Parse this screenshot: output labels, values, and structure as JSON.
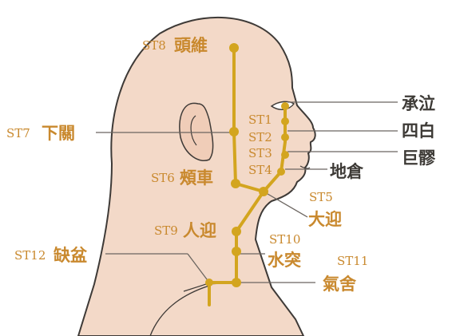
{
  "diagram": {
    "colors": {
      "meridian": "#d3a51f",
      "label": "#c9892e",
      "label_dark": "#3d3a36",
      "skin": "#f3d9c8",
      "outline": "#3e3a37"
    },
    "points": [
      {
        "code": "ST8",
        "name": "頭維"
      },
      {
        "code": "ST7",
        "name": "下關"
      },
      {
        "code": "ST6",
        "name": "頰車"
      },
      {
        "code": "ST1",
        "name": "承泣"
      },
      {
        "code": "ST2",
        "name": "四白"
      },
      {
        "code": "ST3",
        "name": "巨髎"
      },
      {
        "code": "ST4",
        "name": "地倉"
      },
      {
        "code": "ST5",
        "name": "大迎"
      },
      {
        "code": "ST9",
        "name": "人迎"
      },
      {
        "code": "ST10",
        "name": "水突"
      },
      {
        "code": "ST11",
        "name": "氣舍"
      },
      {
        "code": "ST12",
        "name": "缺盆"
      }
    ]
  }
}
